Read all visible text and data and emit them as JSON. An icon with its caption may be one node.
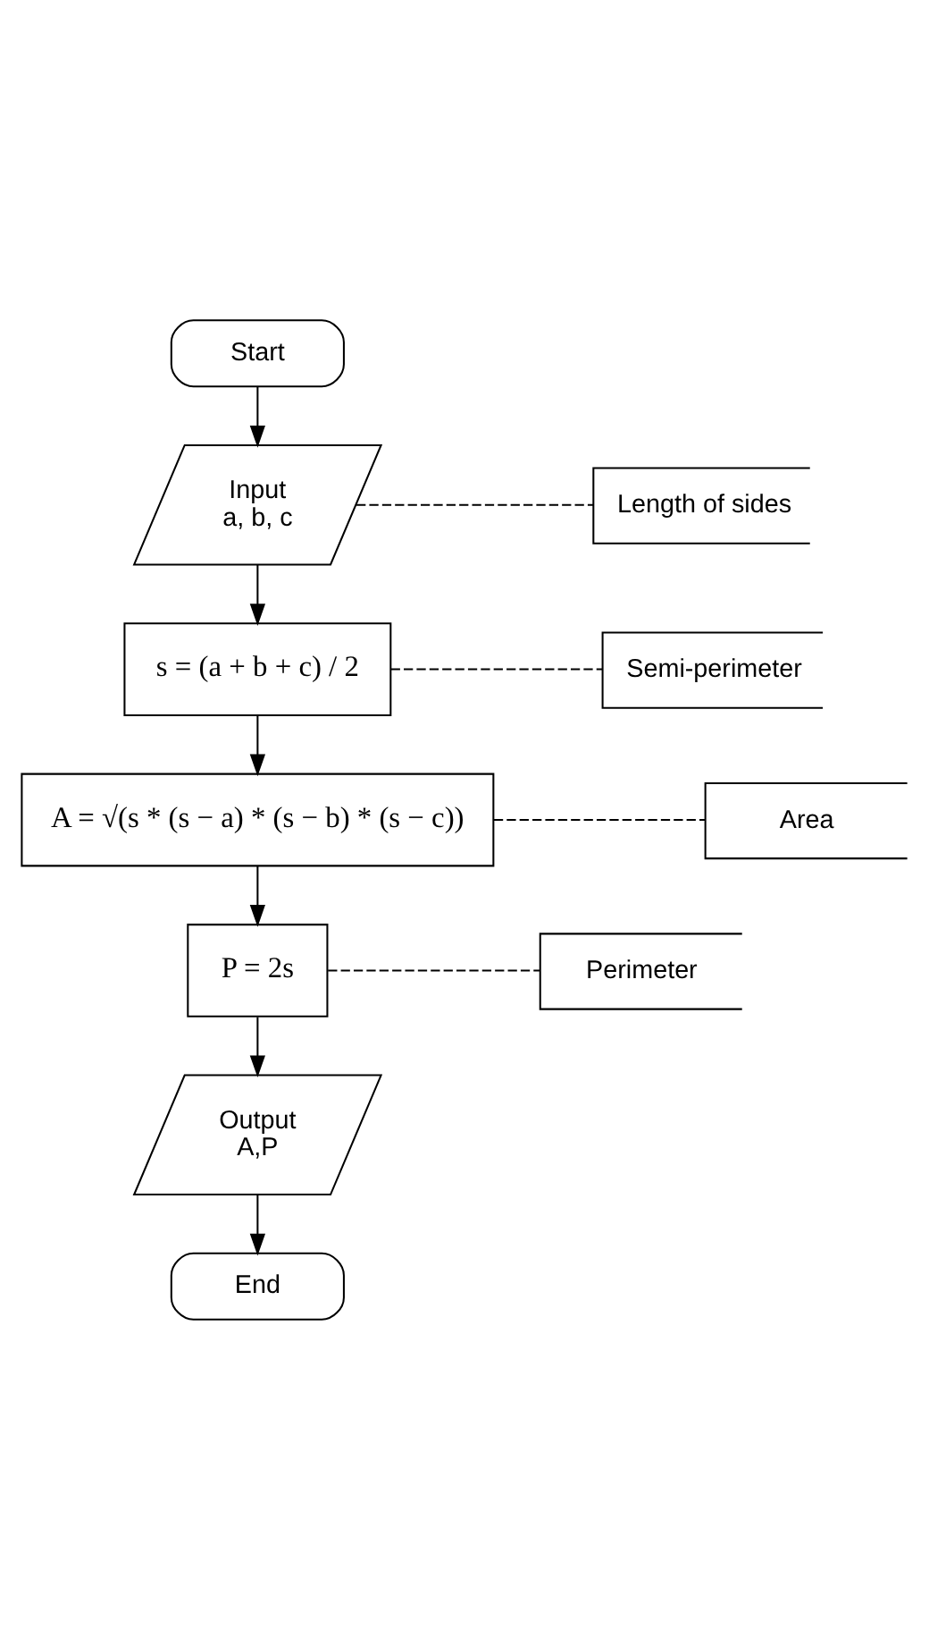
{
  "diagram": {
    "nodes": [
      {
        "text": [
          "Start"
        ]
      },
      {
        "text": [
          "Input",
          "a, b, c"
        ]
      },
      {
        "text": [
          "Length of sides"
        ]
      },
      {
        "text": [
          "s = (a + b + c) / 2"
        ]
      },
      {
        "text": [
          "Semi-perimeter"
        ]
      },
      {
        "text": [
          "A = √(s * (s − a) * (s − b) * (s − c))"
        ]
      },
      {
        "text": [
          "Area"
        ]
      },
      {
        "text": [
          "P = 2s"
        ]
      },
      {
        "text": [
          "Perimeter"
        ]
      },
      {
        "text": [
          "Output",
          "A,P"
        ]
      },
      {
        "text": [
          "End"
        ]
      }
    ],
    "edges": [
      {
        "from": 0,
        "to": 1,
        "arrow": "to"
      },
      {
        "from": 1,
        "to": 2,
        "arrow": "none",
        "style": "dashed"
      },
      {
        "from": 1,
        "to": 3,
        "arrow": "to"
      },
      {
        "from": 3,
        "to": 4,
        "arrow": "none",
        "style": "dashed"
      },
      {
        "from": 3,
        "to": 5,
        "arrow": "to"
      },
      {
        "from": 5,
        "to": 6,
        "arrow": "none",
        "style": "dashed"
      },
      {
        "from": 5,
        "to": 7,
        "arrow": "to"
      },
      {
        "from": 7,
        "to": 8,
        "arrow": "none",
        "style": "dashed"
      },
      {
        "from": 7,
        "to": 9,
        "arrow": "to"
      },
      {
        "from": 9,
        "to": 10,
        "arrow": "to"
      }
    ]
  }
}
